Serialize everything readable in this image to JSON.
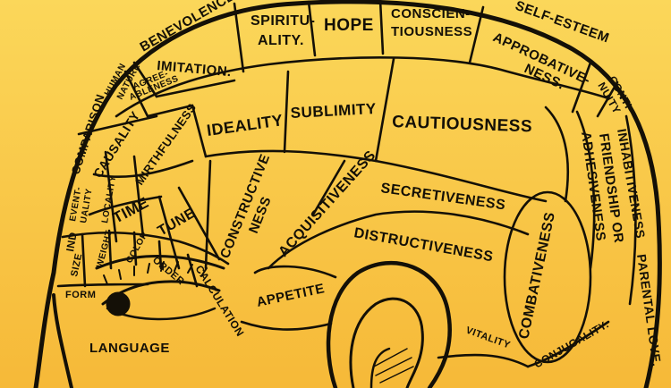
{
  "diagram": {
    "labels": {
      "benevolence": "BENEVOLENCE",
      "spirituality_1": "SPIRITU-",
      "spirituality_2": "ALITY.",
      "hope": "HOPE",
      "conscientiousness_1": "CONSCIEN-",
      "conscientiousness_2": "TIOUSNESS",
      "self_esteem": "SELF-ESTEEM",
      "approbativeness_1": "APPROBATIVE-",
      "approbativeness_2": "NESS.",
      "continuity_1": "CONTI-",
      "continuity_2": "NUITY",
      "human_nature_1": "HUMAN",
      "human_nature_2": "NATURE",
      "imitation": "IMITATION.",
      "agreeableness_1": "AGREE-",
      "agreeableness_2": "ABLENESS",
      "comparison": "COMPARISON",
      "causality": "CAUSALITY",
      "ideality": "IDEALITY",
      "sublimity": "SUBLIMITY",
      "cautiousness": "CAUTIOUSNESS",
      "inhabitiveness": "INHABITIVENESS",
      "friendship_1": "FRIENDSHIP OR",
      "friendship_2": "ADHESIVENESS",
      "mirthfulness": "MIRTHFULNESS",
      "eventuality_1": "EVENT-",
      "eventuality_2": "UALITY",
      "locality": "LOCALITY",
      "time": "TIME",
      "tune": "TUNE",
      "constructiveness_1": "CONSTRUCTIVE",
      "constructiveness_2": "NESS",
      "acquisitiveness": "ACQUISITIVENESS",
      "secretiveness": "SECRETIVENESS",
      "destructiveness": "DISTRUCTIVENESS",
      "individuality": "IND",
      "size": "SIZE",
      "weight": "WEIGHT",
      "color": "COLOR",
      "order": "ORDER",
      "calculation": "CALCULATION",
      "combativeness": "COMBATIVENESS",
      "parental_love": "PARENTAL LOVE.",
      "form": "FORM",
      "appetite": "APPETITE",
      "vitality": "VITALITY",
      "conjugality": "CONJUGALITY.",
      "language": "LANGUAGE"
    }
  }
}
